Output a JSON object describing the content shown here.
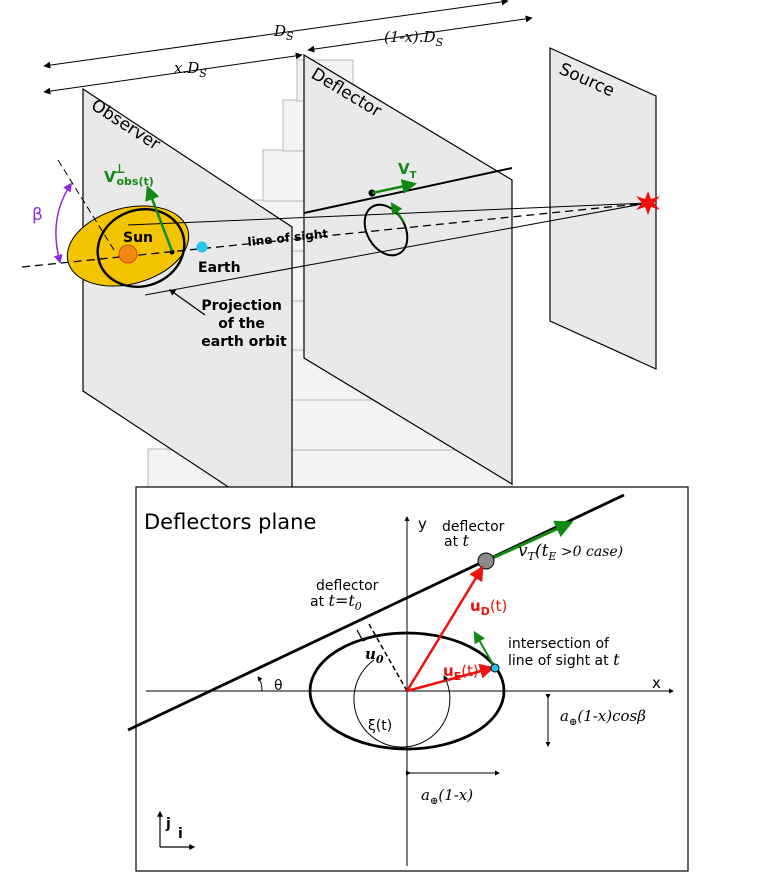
{
  "colors": {
    "plane_fill": "#e9e9e9",
    "plane_stroke": "#000000",
    "ghost_fill": "#f3f3f3",
    "ghost_stroke": "#b9b9b9",
    "orbit_fill": "#f5c400",
    "sun": "#f08a10",
    "earth": "#27c4f0",
    "green": "#118a11",
    "red": "#ee1111",
    "purple": "#8a2be2",
    "star": "#ee1111",
    "gray_disk": "#8c8c8c"
  },
  "top": {
    "dim_Ds": "D",
    "dim_Ds_sub": "S",
    "dim_xDs": "x.D",
    "dim_xDs_sub": "S",
    "dim_1mx_Ds": "(1-x).D",
    "dim_1mx_sub": "S",
    "observer_label": "Observer",
    "deflector_label": "Deflector",
    "source_label": "Source",
    "vobs_label": "V",
    "vobs_sup": "⊥",
    "vobs_sub": "obs(t)",
    "vT_label": "V",
    "vT_sub": "T",
    "beta_label": "β",
    "sun_label": "Sun",
    "earth_label": "Earth",
    "line_of_sight_label": "line of sight",
    "projection_line1": "Projection",
    "projection_line2": "of the",
    "projection_line3": "earth orbit"
  },
  "bottom": {
    "title": "Deflectors plane",
    "y_axis": "y",
    "x_axis": "x",
    "deflector_at_t_line1": "deflector",
    "deflector_at_t_line2": "at",
    "deflector_at_t_var": "t",
    "vT_case": "v",
    "vT_case_sub": "T",
    "vT_case_rest": "(t",
    "vT_case_sub2": "E",
    "vT_case_end": " >0 case)",
    "deflector_t0_line1": "deflector",
    "deflector_t0_line2": "at",
    "deflector_t0_var": "t=t",
    "deflector_t0_sub": "0",
    "uD_label": "u",
    "uD_sub": "D",
    "uD_arg": "(t)",
    "uE_label": "u",
    "uE_sub": "E",
    "uE_arg": "(t)",
    "u0_label": "u",
    "u0_sub": "0",
    "theta_label": "θ",
    "xi_label": "ξ(t)",
    "intersection_line1": "intersection of",
    "intersection_line2": "line of sight at",
    "intersection_var": "t",
    "semi_minor": "a",
    "semi_minor_sub": "⊕",
    "semi_minor_rest": "(1-x)cosβ",
    "semi_major": "a",
    "semi_major_sub": "⊕",
    "semi_major_rest": "(1-x)",
    "basis_j": "j",
    "basis_i": "i"
  }
}
